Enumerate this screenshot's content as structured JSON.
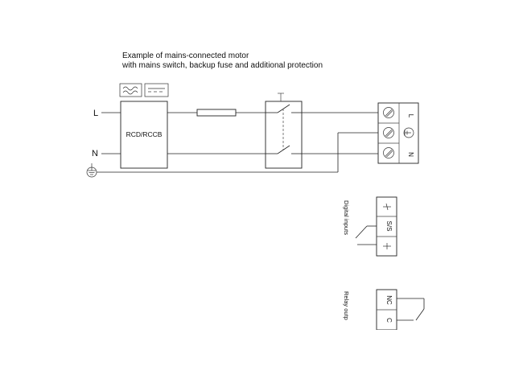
{
  "caption": {
    "line1": "Example of mains-connected motor",
    "line2": "with mains switch, backup fuse and additional protection"
  },
  "lines": {
    "live": "L",
    "neutral": "N"
  },
  "rcd": {
    "label": "RCD/RCCB"
  },
  "mains_terminals": {
    "l": "L",
    "n": "N"
  },
  "digital_inputs": {
    "label": "Digital inputs",
    "terminal": "S/S"
  },
  "relay_output": {
    "label": "Relay outp",
    "terminal_nc": "NC",
    "terminal_c": "C"
  }
}
